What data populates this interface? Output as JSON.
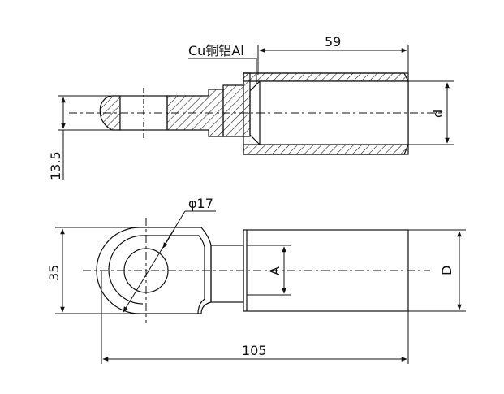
{
  "drawing": {
    "material_label": "Cu铜铝Al",
    "dimensions": {
      "length_59": "59",
      "length_105": "105",
      "width_35": "35",
      "thickness_13_5": "13.5",
      "hole_diameter": "φ17",
      "inner_diameter": "d",
      "sleeve_inner": "A",
      "sleeve_outer": "D"
    }
  }
}
